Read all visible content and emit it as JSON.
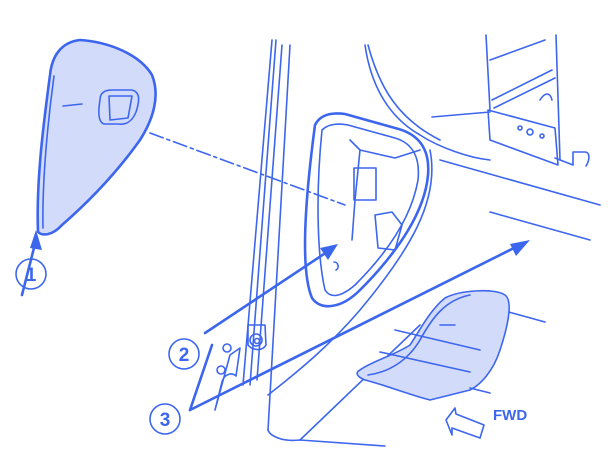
{
  "diagram": {
    "callouts": [
      {
        "label": "1"
      },
      {
        "label": "2"
      },
      {
        "label": "3"
      }
    ],
    "direction_label": "FWD",
    "colors": {
      "line": "#3d66ee",
      "panel_fill": "#d3dbfa",
      "background": "#ffffff"
    }
  }
}
